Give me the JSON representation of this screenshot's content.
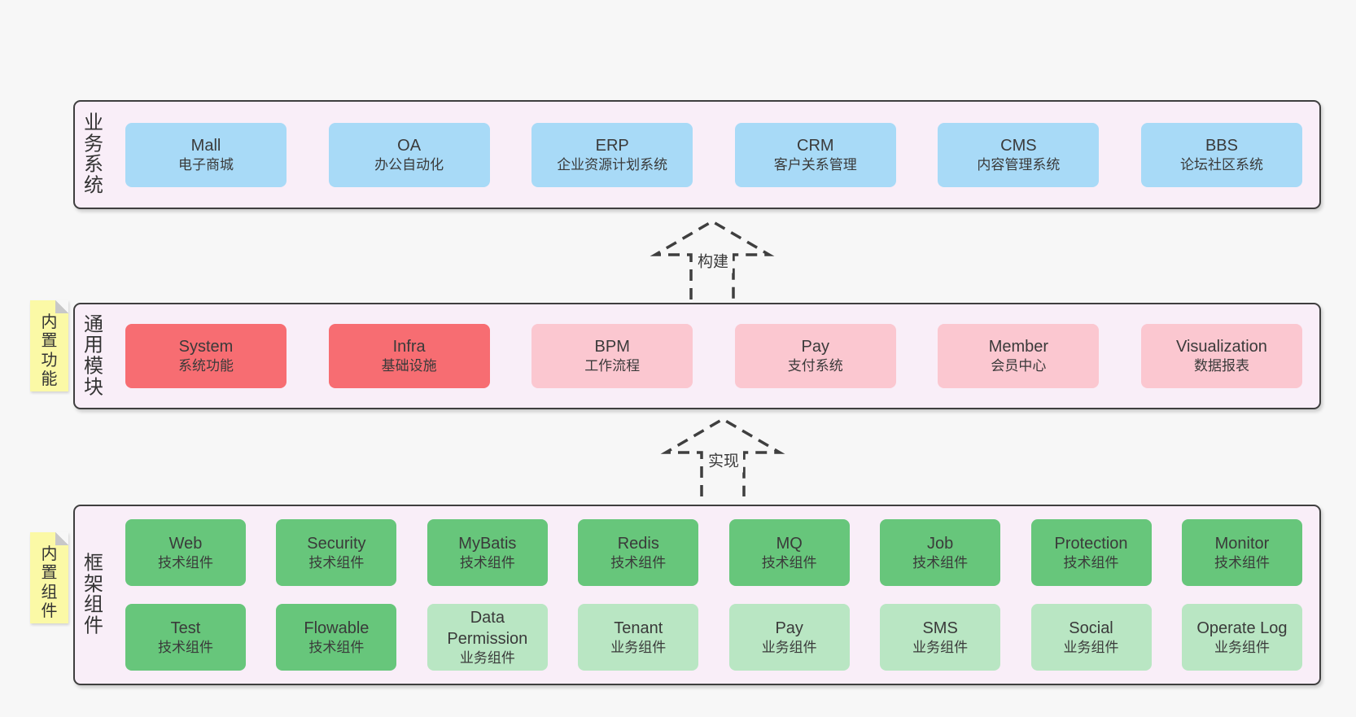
{
  "colors": {
    "page_bg": "#f7f7f7",
    "band_bg": "#f9eef8",
    "band_border": "#3f3f3f",
    "box_blue": "#a8daf7",
    "box_red": "#f76d72",
    "box_pink": "#fbc7d0",
    "box_green": "#67c67b",
    "box_green_light": "#b9e6c3",
    "note_yellow": "#fbf9a6",
    "note_fold_gray": "#c8c8c8",
    "text": "#3a3a3a"
  },
  "arrows": [
    {
      "label": "构建"
    },
    {
      "label": "实现"
    }
  ],
  "bands": [
    {
      "label": "业务系统",
      "rows": [
        [
          {
            "name": "Mall",
            "desc": "电子商城",
            "variant": "blue"
          },
          {
            "name": "OA",
            "desc": "办公自动化",
            "variant": "blue"
          },
          {
            "name": "ERP",
            "desc": "企业资源计划系统",
            "variant": "blue"
          },
          {
            "name": "CRM",
            "desc": "客户关系管理",
            "variant": "blue"
          },
          {
            "name": "CMS",
            "desc": "内容管理系统",
            "variant": "blue"
          },
          {
            "name": "BBS",
            "desc": "论坛社区系统",
            "variant": "blue"
          }
        ]
      ]
    },
    {
      "label": "通用模块",
      "note": "内置功能",
      "rows": [
        [
          {
            "name": "System",
            "desc": "系统功能",
            "variant": "red"
          },
          {
            "name": "Infra",
            "desc": "基础设施",
            "variant": "red"
          },
          {
            "name": "BPM",
            "desc": "工作流程",
            "variant": "pink"
          },
          {
            "name": "Pay",
            "desc": "支付系统",
            "variant": "pink"
          },
          {
            "name": "Member",
            "desc": "会员中心",
            "variant": "pink"
          },
          {
            "name": "Visualization",
            "desc": "数据报表",
            "variant": "pink"
          }
        ]
      ]
    },
    {
      "label": "框架组件",
      "note": "内置组件",
      "rows": [
        [
          {
            "name": "Web",
            "desc": "技术组件",
            "variant": "green"
          },
          {
            "name": "Security",
            "desc": "技术组件",
            "variant": "green"
          },
          {
            "name": "MyBatis",
            "desc": "技术组件",
            "variant": "green"
          },
          {
            "name": "Redis",
            "desc": "技术组件",
            "variant": "green"
          },
          {
            "name": "MQ",
            "desc": "技术组件",
            "variant": "green"
          },
          {
            "name": "Job",
            "desc": "技术组件",
            "variant": "green"
          },
          {
            "name": "Protection",
            "desc": "技术组件",
            "variant": "green"
          },
          {
            "name": "Monitor",
            "desc": "技术组件",
            "variant": "green"
          }
        ],
        [
          {
            "name": "Test",
            "desc": "技术组件",
            "variant": "green"
          },
          {
            "name": "Flowable",
            "desc": "技术组件",
            "variant": "green"
          },
          {
            "name": "Data Permission",
            "desc": "业务组件",
            "variant": "green_light"
          },
          {
            "name": "Tenant",
            "desc": "业务组件",
            "variant": "green_light"
          },
          {
            "name": "Pay",
            "desc": "业务组件",
            "variant": "green_light"
          },
          {
            "name": "SMS",
            "desc": "业务组件",
            "variant": "green_light"
          },
          {
            "name": "Social",
            "desc": "业务组件",
            "variant": "green_light"
          },
          {
            "name": "Operate Log",
            "desc": "业务组件",
            "variant": "green_light"
          }
        ]
      ]
    }
  ]
}
